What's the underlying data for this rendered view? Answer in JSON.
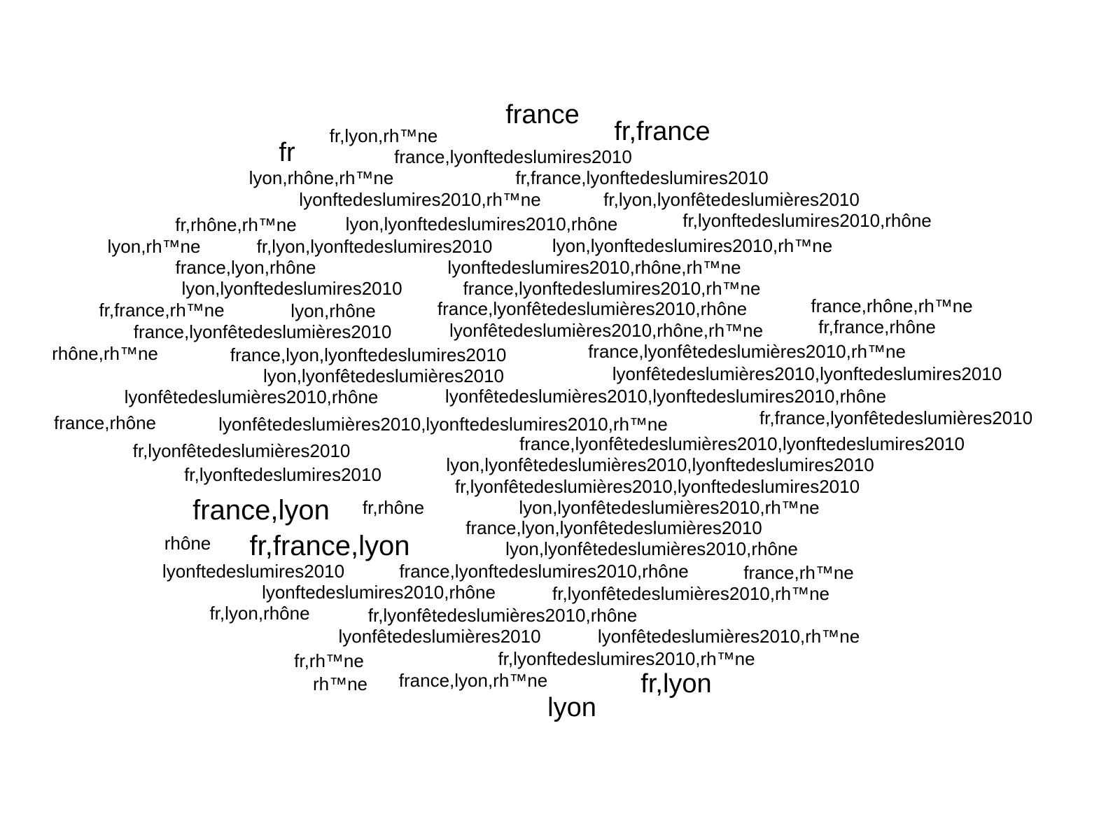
{
  "words": [
    {
      "text": "france",
      "weight": 4
    },
    {
      "text": "fr,france",
      "weight": 4
    },
    {
      "text": "fr,lyon,rh™ne",
      "weight": 1
    },
    {
      "text": "fr",
      "weight": 4
    },
    {
      "text": "france,lyonftedeslumires2010",
      "weight": 1
    },
    {
      "text": "lyon,rhône,rh™ne",
      "weight": 1
    },
    {
      "text": "fr,france,lyonftedeslumires2010",
      "weight": 1
    },
    {
      "text": "lyonftedeslumires2010,rh™ne",
      "weight": 1
    },
    {
      "text": "fr,lyon,lyonfêtedeslumières2010",
      "weight": 1
    },
    {
      "text": "fr,rhône,rh™ne",
      "weight": 1
    },
    {
      "text": "lyon,lyonftedeslumires2010,rhône",
      "weight": 1
    },
    {
      "text": "fr,lyonftedeslumires2010,rhône",
      "weight": 1
    },
    {
      "text": "lyon,rh™ne",
      "weight": 1
    },
    {
      "text": "fr,lyon,lyonftedeslumires2010",
      "weight": 1
    },
    {
      "text": "lyon,lyonftedeslumires2010,rh™ne",
      "weight": 1
    },
    {
      "text": "france,lyon,rhône",
      "weight": 1
    },
    {
      "text": "lyonftedeslumires2010,rhône,rh™ne",
      "weight": 1
    },
    {
      "text": "lyon,lyonftedeslumires2010",
      "weight": 1
    },
    {
      "text": "france,lyonftedeslumires2010,rh™ne",
      "weight": 1
    },
    {
      "text": "fr,france,rh™ne",
      "weight": 1
    },
    {
      "text": "lyon,rhône",
      "weight": 1
    },
    {
      "text": "france,lyonfêtedeslumières2010,rhône",
      "weight": 1
    },
    {
      "text": "france,rhône,rh™ne",
      "weight": 1
    },
    {
      "text": "france,lyonfêtedeslumières2010",
      "weight": 1
    },
    {
      "text": "lyonfêtedeslumières2010,rhône,rh™ne",
      "weight": 1
    },
    {
      "text": "fr,france,rhône",
      "weight": 1
    },
    {
      "text": "rhône,rh™ne",
      "weight": 1
    },
    {
      "text": "france,lyon,lyonftedeslumires2010",
      "weight": 1
    },
    {
      "text": "france,lyonfêtedeslumières2010,rh™ne",
      "weight": 1
    },
    {
      "text": "lyon,lyonfêtedeslumières2010",
      "weight": 1
    },
    {
      "text": "lyonfêtedeslumières2010,lyonftedeslumires2010",
      "weight": 1
    },
    {
      "text": "lyonfêtedeslumières2010,rhône",
      "weight": 1
    },
    {
      "text": "lyonfêtedeslumières2010,lyonftedeslumires2010,rhône",
      "weight": 1
    },
    {
      "text": "france,rhône",
      "weight": 1
    },
    {
      "text": "lyonfêtedeslumières2010,lyonftedeslumires2010,rh™ne",
      "weight": 1
    },
    {
      "text": "fr,france,lyonfêtedeslumières2010",
      "weight": 1
    },
    {
      "text": "fr,lyonfêtedeslumières2010",
      "weight": 1
    },
    {
      "text": "france,lyonfêtedeslumières2010,lyonftedeslumires2010",
      "weight": 1
    },
    {
      "text": "fr,lyonftedeslumires2010",
      "weight": 1
    },
    {
      "text": "lyon,lyonfêtedeslumières2010,lyonftedeslumires2010",
      "weight": 1
    },
    {
      "text": "fr,lyonfêtedeslumières2010,lyonftedeslumires2010",
      "weight": 1
    },
    {
      "text": "france,lyon",
      "weight": 4
    },
    {
      "text": "fr,rhône",
      "weight": 1
    },
    {
      "text": "lyon,lyonfêtedeslumières2010,rh™ne",
      "weight": 1
    },
    {
      "text": "france,lyon,lyonfêtedeslumières2010",
      "weight": 1
    },
    {
      "text": "rhône",
      "weight": 1
    },
    {
      "text": "fr,france,lyon",
      "weight": 4
    },
    {
      "text": "lyon,lyonfêtedeslumières2010,rhône",
      "weight": 1
    },
    {
      "text": "lyonftedeslumires2010",
      "weight": 1
    },
    {
      "text": "france,lyonftedeslumires2010,rhône",
      "weight": 1
    },
    {
      "text": "france,rh™ne",
      "weight": 1
    },
    {
      "text": "lyonftedeslumires2010,rhône",
      "weight": 1
    },
    {
      "text": "fr,lyonfêtedeslumières2010,rh™ne",
      "weight": 1
    },
    {
      "text": "fr,lyon,rhône",
      "weight": 1
    },
    {
      "text": "fr,lyonfêtedeslumières2010,rhône",
      "weight": 1
    },
    {
      "text": "lyonfêtedeslumières2010",
      "weight": 1
    },
    {
      "text": "lyonfêtedeslumières2010,rh™ne",
      "weight": 1
    },
    {
      "text": "fr,rh™ne",
      "weight": 1
    },
    {
      "text": "fr,lyonftedeslumires2010,rh™ne",
      "weight": 1
    },
    {
      "text": "rh™ne",
      "weight": 1
    },
    {
      "text": "france,lyon,rh™ne",
      "weight": 1
    },
    {
      "text": "fr,lyon",
      "weight": 4
    },
    {
      "text": "lyon",
      "weight": 4
    }
  ]
}
